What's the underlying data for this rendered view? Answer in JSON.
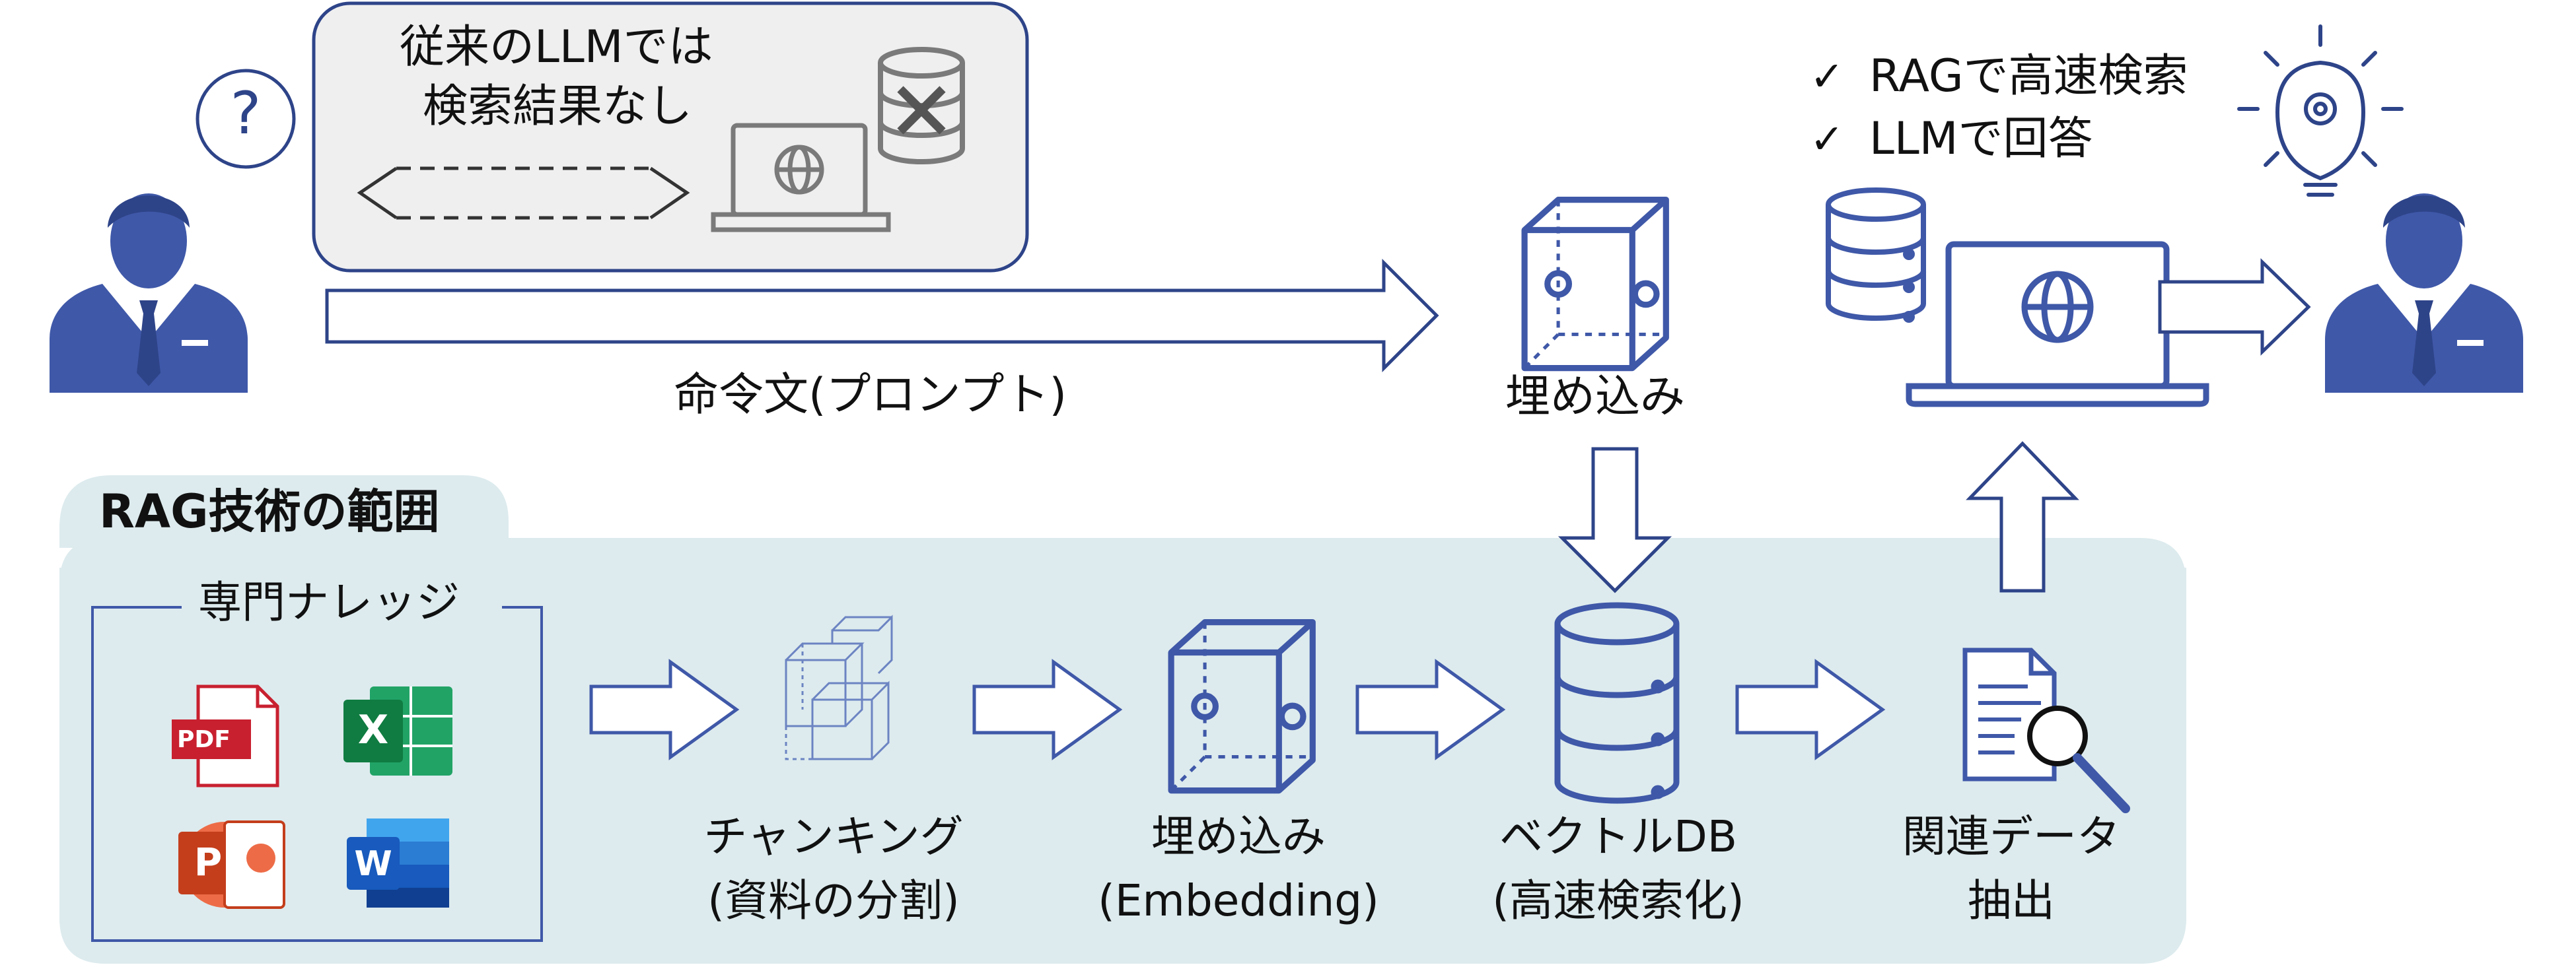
{
  "colors": {
    "accent_blue": "#3F58A8",
    "rag_area_bg": "#DDEBEE",
    "callout_bg": "#EFEFEF",
    "gray_icon": "#7A7A7A"
  },
  "callout": {
    "line1": "従来のLLMでは",
    "line2": "検索結果なし"
  },
  "prompt_label": "命令文(プロンプト)",
  "embed_top_label": "埋め込み",
  "checklist": {
    "item1": "RAGで高速検索",
    "item2": "LLMで回答",
    "check_glyph": "✓"
  },
  "user_left": {
    "question_glyph": "?"
  },
  "rag_section": {
    "tab_title": "RAG技術の範囲",
    "knowledge_title": "専門ナレッジ",
    "file_icons": [
      "PDF",
      "X",
      "P",
      "W"
    ],
    "steps": [
      {
        "line1": "チャンキング",
        "line2": "(資料の分割)"
      },
      {
        "line1": "埋め込み",
        "line2": "(Embedding)"
      },
      {
        "line1": "ベクトルDB",
        "line2": "(高速検索化)"
      },
      {
        "line1": "関連データ",
        "line2": "抽出"
      }
    ]
  }
}
